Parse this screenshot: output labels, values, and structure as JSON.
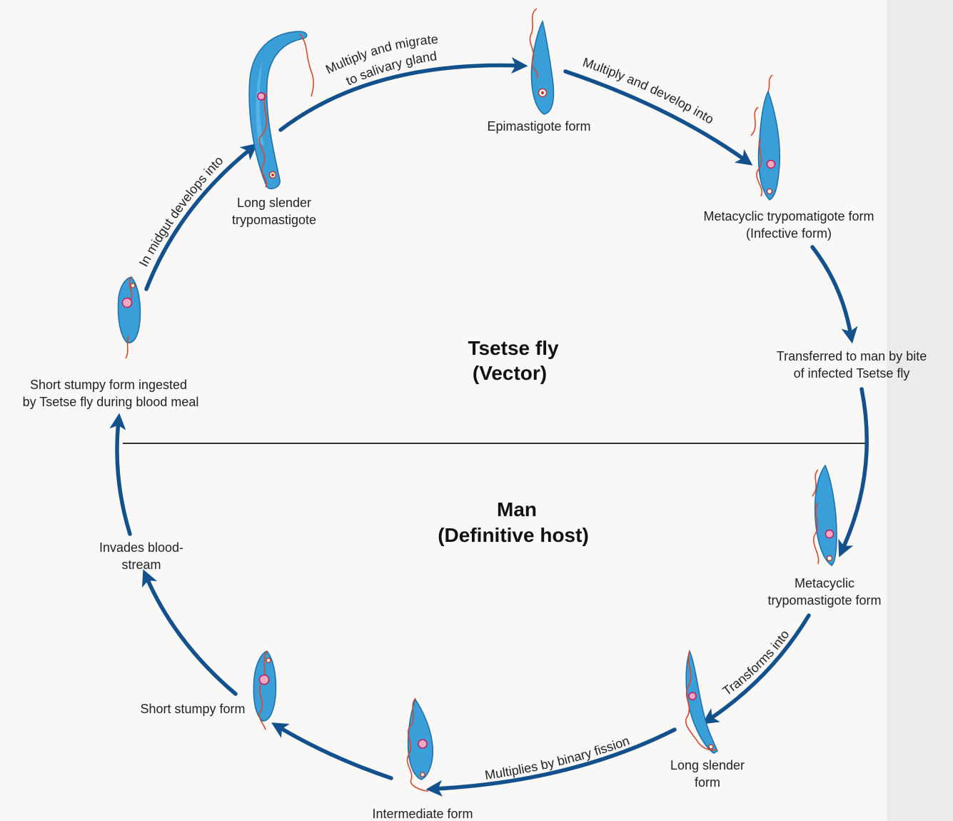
{
  "title_top": {
    "line1": "Tsetse fly",
    "line2": "(Vector)"
  },
  "title_bottom": {
    "line1": "Man",
    "line2": "(Definitive host)"
  },
  "stages": {
    "long_slender_fly": [
      "Long slender",
      "trypomastigote"
    ],
    "epimastigote": [
      "Epimastigote form"
    ],
    "metacyclic_fly": [
      "Metacyclic trypomatigote form",
      "(Infective form)"
    ],
    "transferred": [
      "Transferred to man by bite",
      "of  infected Tsetse fly"
    ],
    "metacyclic_man": [
      "Metacyclic",
      "trypomastigote form"
    ],
    "long_slender_man": [
      "Long slender",
      "form"
    ],
    "intermediate": [
      "Intermediate form"
    ],
    "short_stumpy_man": [
      "Short stumpy form"
    ],
    "invades": [
      "Invades blood-",
      "stream"
    ],
    "short_stumpy_ingested": [
      "Short stumpy form ingested",
      "by Tsetse fly during blood meal"
    ]
  },
  "arrow_labels": {
    "multiply_migrate": [
      "Multiply and migrate",
      "to salivary gland"
    ],
    "multiply_develop": "Multiply and develop into",
    "midgut": "In midgut develops into",
    "transforms": "Transforms into",
    "binary_fission": "Multiplies by binary fission"
  }
}
